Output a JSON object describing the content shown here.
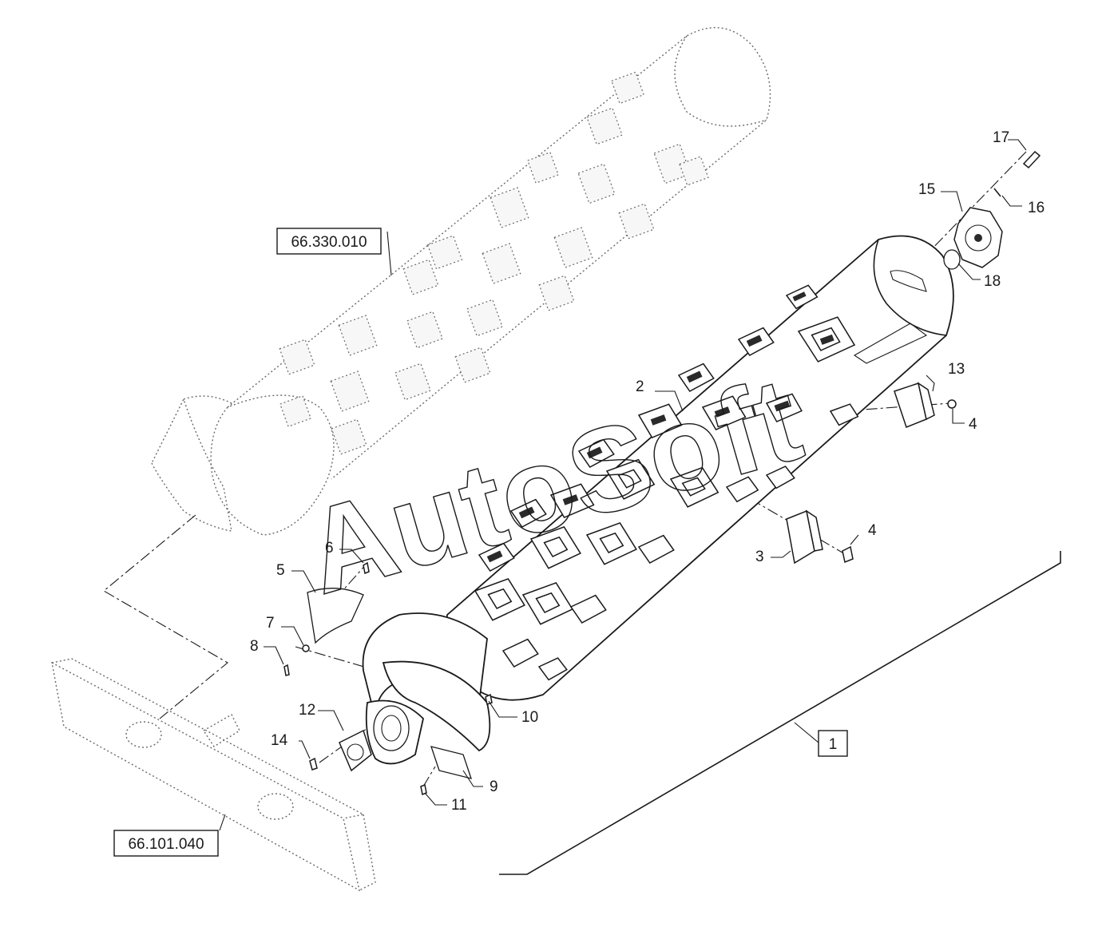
{
  "reference_labels": {
    "upper_rotor": "66.330.010",
    "lower_frame": "66.101.040",
    "assembly": "1"
  },
  "callouts": {
    "c2": "2",
    "c3": "3",
    "c4a": "4",
    "c4b": "4",
    "c5": "5",
    "c6": "6",
    "c7": "7",
    "c8": "8",
    "c9": "9",
    "c10": "10",
    "c11": "11",
    "c12": "12",
    "c13": "13",
    "c14": "14",
    "c15": "15",
    "c16": "16",
    "c17": "17",
    "c18": "18"
  },
  "watermark": "AutoSoft",
  "colors": {
    "line": "#1a1a1a",
    "ghost_line": "#6a6a6a",
    "background": "#ffffff"
  }
}
